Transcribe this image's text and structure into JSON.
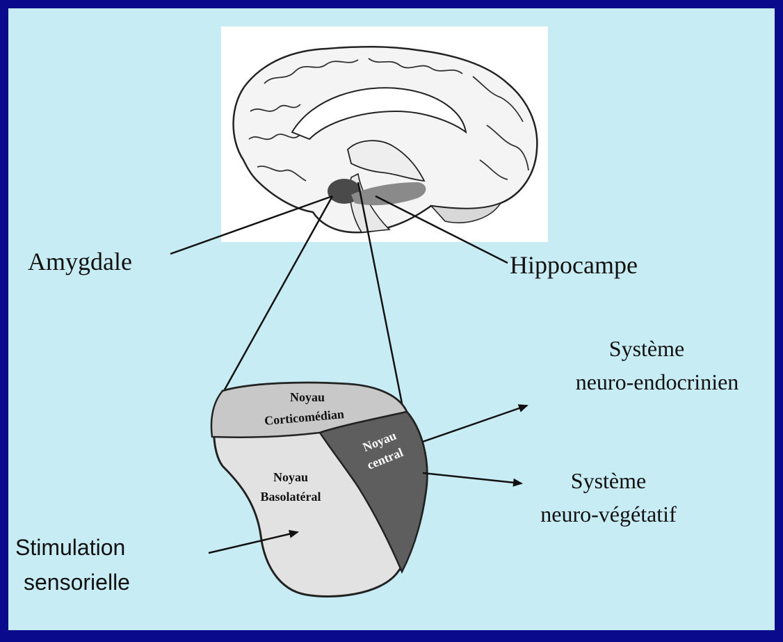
{
  "labels": {
    "amygdale": "Amygdale",
    "hippocampe": "Hippocampe",
    "systeme_endocrinien_1": "Système",
    "systeme_endocrinien_2": "neuro-endocrinien",
    "systeme_vegetatif_1": "Système",
    "systeme_vegetatif_2": "neuro-végétatif",
    "stimulation_1": "Stimulation",
    "stimulation_2": "sensorielle"
  },
  "nuclei": {
    "corticomedian_1": "Noyau",
    "corticomedian_2": "Corticomédian",
    "central_1": "Noyau",
    "central_2": "central",
    "basolateral_1": "Noyau",
    "basolateral_2": "Basolatéral"
  },
  "colors": {
    "frame": "#0a0a8c",
    "panel": "#c8ecf4",
    "corticomedian": "#c8c8c8",
    "basolateral": "#e2e2e2",
    "central": "#5e5e5e",
    "amygdala_region": "#4a4a4a",
    "hippocampus_region": "#8a8a8a"
  }
}
